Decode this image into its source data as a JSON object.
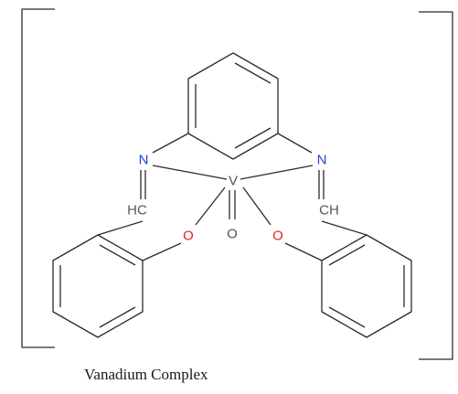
{
  "diagram": {
    "atoms": {
      "N_left": "N",
      "N_right": "N",
      "V": "V",
      "O_oxo": "O",
      "O_left": "O",
      "O_right": "O",
      "HC_left": "HC",
      "CH_right": "CH"
    },
    "caption": "Vanadium Complex",
    "colors": {
      "bond": "#2b2b2b",
      "nitrogen": "#1f44d6",
      "oxygen": "#e02020",
      "carbon_label": "#555555",
      "vanadium": "#555555"
    }
  }
}
